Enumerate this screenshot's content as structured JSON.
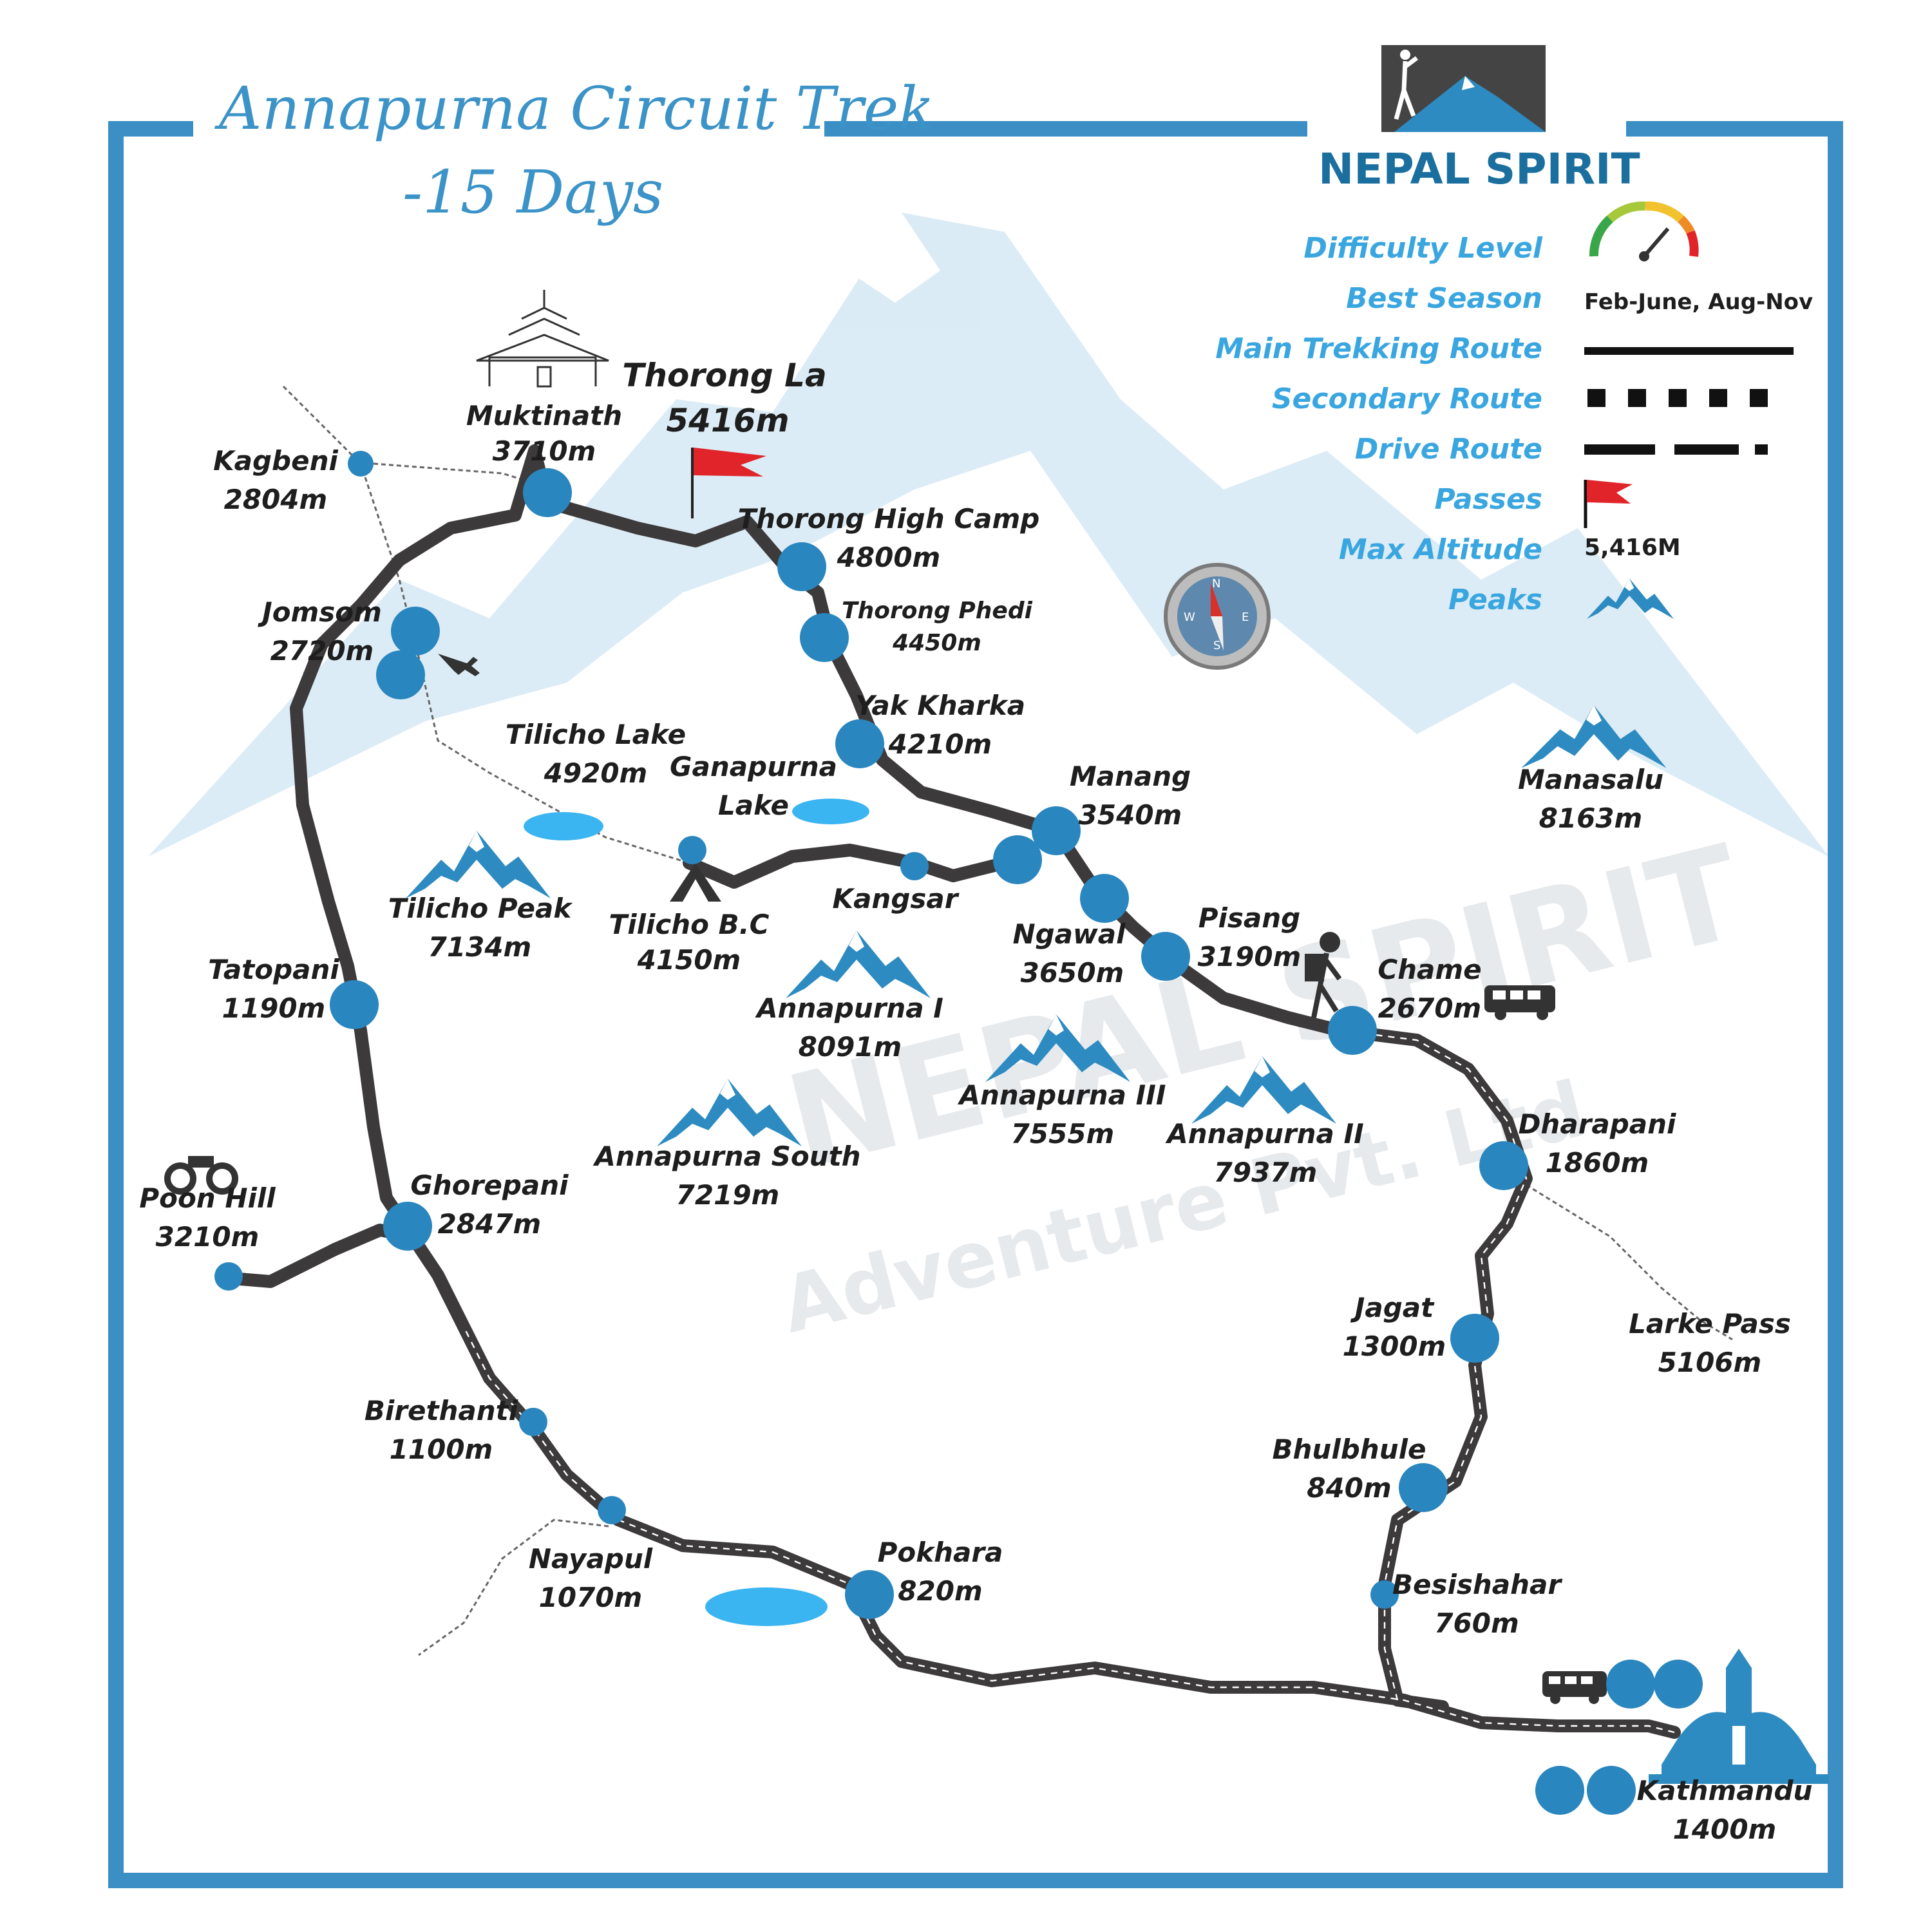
{
  "title": {
    "line1": "Annapurna Circuit Trek",
    "line2": "-15 Days"
  },
  "brand": {
    "name": "NEPAL SPIRIT"
  },
  "watermark": {
    "line1": "NEPAL SPIRIT",
    "line2": "Adventure Pvt. Ltd"
  },
  "colors": {
    "accent": "#3aa6e0",
    "border": "#3b8fc4",
    "node": "#2a86bf",
    "route": "#3d3a3c",
    "lake": "#3bb4f2",
    "flag": "#e0242a"
  },
  "legend": {
    "difficulty_label": "Difficulty Level",
    "difficulty_icon": "gauge-icon",
    "season_label": "Best Season",
    "season_value": "Feb-June, Aug-Nov",
    "main_route_label": "Main Trekking Route",
    "secondary_route_label": "Secondary Route",
    "drive_route_label": "Drive Route",
    "passes_label": "Passes",
    "passes_icon": "flag-icon",
    "altitude_label": "Max Altitude",
    "altitude_value": "5,416M",
    "peaks_label": "Peaks",
    "peaks_icon": "mountain-icon"
  },
  "places": {
    "muktinath": {
      "name": "Muktinath",
      "alt": "3710m"
    },
    "thorong_la": {
      "name": "Thorong La",
      "alt": "5416m"
    },
    "kagbeni": {
      "name": "Kagbeni",
      "alt": "2804m"
    },
    "high_camp": {
      "name": "Thorong High Camp",
      "alt": "4800m"
    },
    "phedi": {
      "name": "Thorong Phedi",
      "alt": "4450m"
    },
    "jomsom": {
      "name": "Jomsom",
      "alt": "2720m"
    },
    "yak_kharka": {
      "name": "Yak Kharka",
      "alt": "4210m"
    },
    "tilicho_lake": {
      "name": "Tilicho Lake",
      "alt": "4920m"
    },
    "ganapurna_lake": {
      "name": "Ganapurna",
      "name2": "Lake"
    },
    "manang": {
      "name": "Manang",
      "alt": "3540m"
    },
    "tilicho_bc": {
      "name": "Tilicho B.C",
      "alt": "4150m"
    },
    "kangsar": {
      "name": "Kangsar"
    },
    "ngawal": {
      "name": "Ngawal",
      "alt": "3650m"
    },
    "pisang": {
      "name": "Pisang",
      "alt": "3190m"
    },
    "chame": {
      "name": "Chame",
      "alt": "2670m"
    },
    "tatopani": {
      "name": "Tatopani",
      "alt": "1190m"
    },
    "dharapani": {
      "name": "Dharapani",
      "alt": "1860m"
    },
    "poon_hill": {
      "name": "Poon Hill",
      "alt": "3210m"
    },
    "ghorepani": {
      "name": "Ghorepani",
      "alt": "2847m"
    },
    "jagat": {
      "name": "Jagat",
      "alt": "1300m"
    },
    "larke_pass": {
      "name": "Larke Pass",
      "alt": "5106m"
    },
    "birethanti": {
      "name": "Birethanti",
      "alt": "1100m"
    },
    "bhulbhule": {
      "name": "Bhulbhule",
      "alt": "840m"
    },
    "nayapul": {
      "name": "Nayapul",
      "alt": "1070m"
    },
    "pokhara": {
      "name": "Pokhara",
      "alt": "820m"
    },
    "besishahar": {
      "name": "Besishahar",
      "alt": "760m"
    },
    "kathmandu": {
      "name": "Kathmandu",
      "alt": "1400m"
    }
  },
  "peaks": {
    "tilicho_peak": {
      "name": "Tilicho Peak",
      "alt": "7134m"
    },
    "annapurna_1": {
      "name": "Annapurna I",
      "alt": "8091m"
    },
    "annapurna_3": {
      "name": "Annapurna III",
      "alt": "7555m"
    },
    "annapurna_2": {
      "name": "Annapurna II",
      "alt": "7937m"
    },
    "annapurna_south": {
      "name": "Annapurna South",
      "alt": "7219m"
    },
    "manasalu": {
      "name": "Manasalu",
      "alt": "8163m"
    }
  }
}
